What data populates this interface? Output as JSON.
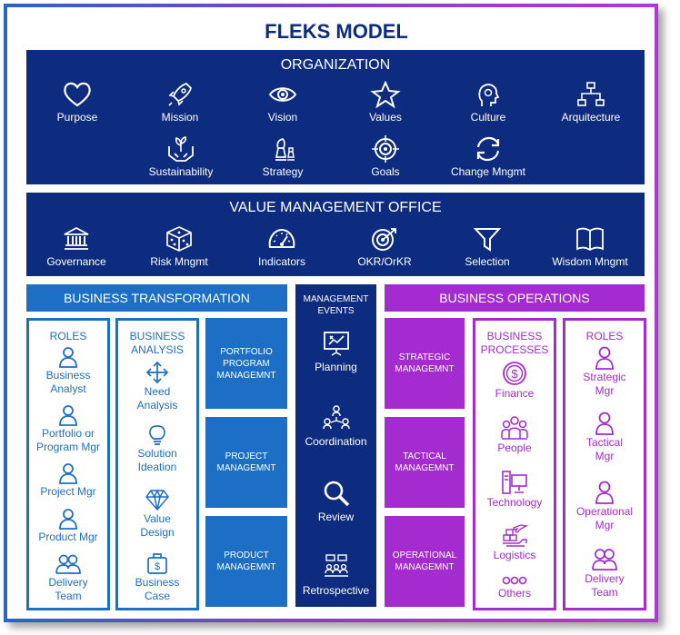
{
  "title": "FLEKS MODEL",
  "organization": {
    "title": "ORGANIZATION",
    "row1": [
      "Purpose",
      "Mission",
      "Vision",
      "Values",
      "Culture",
      "Arquitecture"
    ],
    "row2": [
      "Sustainability",
      "Strategy",
      "Goals",
      "Change Mngmt"
    ]
  },
  "vmo": {
    "title": "VALUE MANAGEMENT OFFICE",
    "items": [
      "Governance",
      "Risk Mngmt",
      "Indicators",
      "OKR/OrKR",
      "Selection",
      "Wisdom Mngmt"
    ]
  },
  "business_transformation": {
    "title": "BUSINESS TRANSFORMATION",
    "roles_title": "ROLES",
    "roles": [
      [
        "Business",
        "Analyst"
      ],
      [
        "Portfolio or",
        "Program Mgr"
      ],
      [
        "Project Mgr"
      ],
      [
        "Product Mgr"
      ],
      [
        "Delivery",
        "Team"
      ]
    ],
    "analysis_title": [
      "BUSINESS",
      "ANALYSIS"
    ],
    "analysis": [
      [
        "Need",
        "Analysis"
      ],
      [
        "Solution",
        "Ideation"
      ],
      [
        "Value",
        "Design"
      ],
      [
        "Business",
        "Case"
      ]
    ],
    "boxes": [
      [
        "PORTFOLIO",
        "PROGRAM",
        "MANAGEMNT"
      ],
      [
        "PROJECT",
        "MANAGEMNT"
      ],
      [
        "PRODUCT",
        "MANAGEMNT"
      ]
    ]
  },
  "management_events": {
    "title": [
      "MANAGEMENT",
      "EVENTS"
    ],
    "items": [
      "Planning",
      "Coordination",
      "Review",
      "Retrospective"
    ]
  },
  "business_operations": {
    "title": "BUSINESS OPERATIONS",
    "boxes": [
      [
        "STRATEGIC",
        "MANAGEMNT"
      ],
      [
        "TACTICAL",
        "MANAGEMNT"
      ],
      [
        "OPERATIONAL",
        "MANAGEMNT"
      ]
    ],
    "processes_title": [
      "BUSINESS",
      "PROCESSES"
    ],
    "processes": [
      "Finance",
      "People",
      "Technology",
      "Logistics",
      "Others"
    ],
    "roles_title": "ROLES",
    "roles": [
      [
        "Strategic",
        "Mgr"
      ],
      [
        "Tactical",
        "Mgr"
      ],
      [
        "Operational",
        "Mgr"
      ],
      [
        "Delivery",
        "Team"
      ]
    ]
  },
  "colors": {
    "navy": "#0d2c80",
    "blue": "#1d6fc6",
    "purple": "#a32bd0"
  }
}
